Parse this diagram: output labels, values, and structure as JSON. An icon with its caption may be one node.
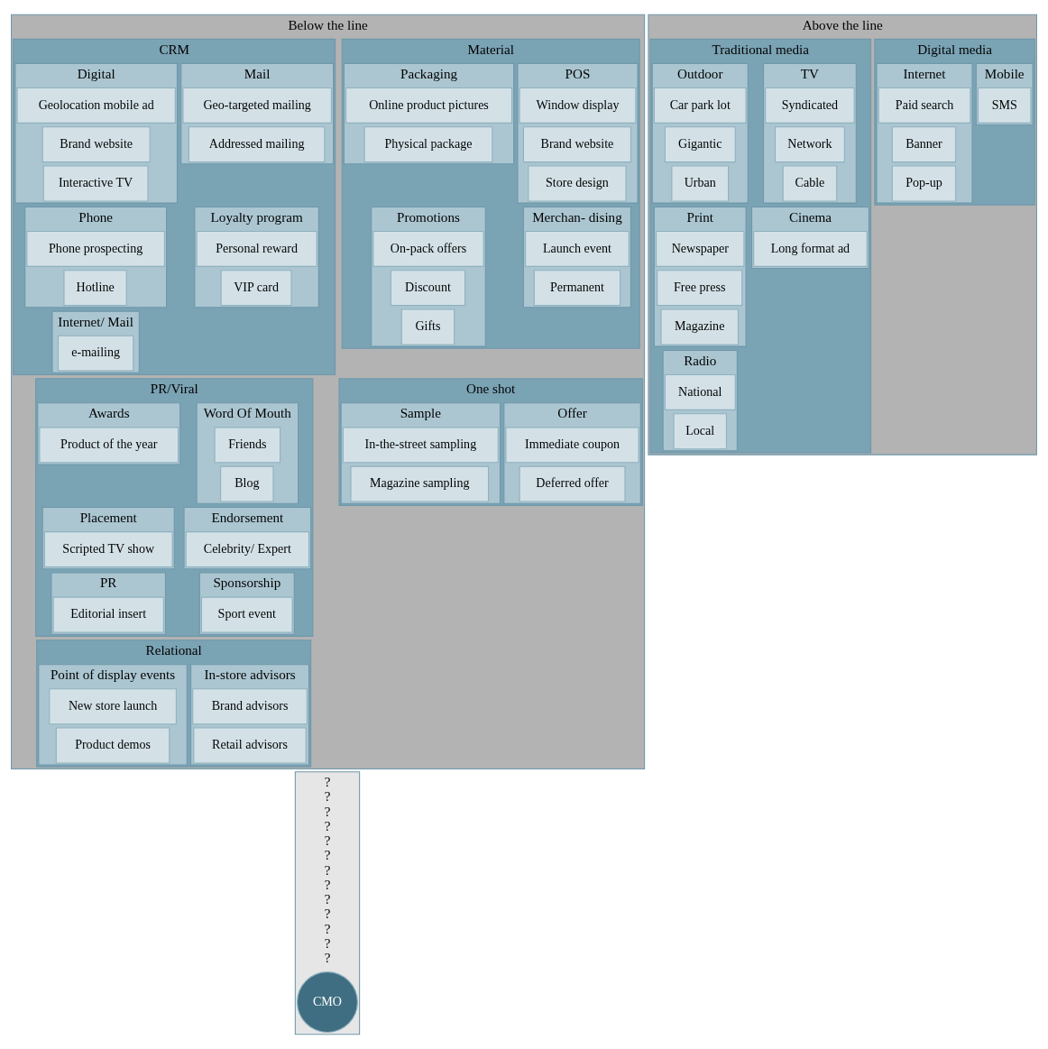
{
  "diagram": {
    "nodes": [
      {
        "text": [
          "?",
          "?",
          "?",
          "?",
          "?",
          "?",
          "?",
          "?",
          "?",
          "?",
          "?",
          "?",
          "?"
        ]
      },
      {
        "text": [
          "CMO"
        ],
        "in": 0
      },
      {
        "text": [
          "Above the line"
        ]
      },
      {
        "text": [
          "Below the line"
        ]
      },
      {
        "text": [
          "Traditional media"
        ],
        "in": 2
      },
      {
        "text": [
          "Digital media"
        ],
        "in": 2
      },
      {
        "text": [
          "CRM"
        ],
        "in": 3
      },
      {
        "text": [
          "One shot"
        ],
        "in": 3
      },
      {
        "text": [
          "Relational"
        ],
        "in": 3
      },
      {
        "text": [
          "Material"
        ],
        "in": 3
      },
      {
        "text": [
          "PR/Viral"
        ],
        "in": 3
      },
      {
        "text": [
          "TV"
        ],
        "in": 4
      },
      {
        "text": [
          "Network"
        ],
        "in": 11
      },
      {
        "text": [
          "Cable"
        ],
        "in": 11
      },
      {
        "text": [
          "Syndicated"
        ],
        "in": 11
      },
      {
        "text": [
          "Print"
        ],
        "in": 4
      },
      {
        "text": [
          "Magazine"
        ],
        "in": 15
      },
      {
        "text": [
          "Newspaper"
        ],
        "in": 15
      },
      {
        "text": [
          "Free press"
        ],
        "in": 15
      },
      {
        "text": [
          "Outdoor"
        ],
        "in": 4
      },
      {
        "text": [
          "Urban"
        ],
        "in": 19
      },
      {
        "text": [
          "Gigantic"
        ],
        "in": 19
      },
      {
        "text": [
          "Car park lot"
        ],
        "in": 19
      },
      {
        "text": [
          "Radio"
        ],
        "in": 4
      },
      {
        "text": [
          "National"
        ],
        "in": 23
      },
      {
        "text": [
          "Local"
        ],
        "in": 23
      },
      {
        "text": [
          "Cinema"
        ],
        "in": 4
      },
      {
        "text": [
          "Long format ad"
        ],
        "in": 26
      },
      {
        "text": [
          "Internet"
        ],
        "in": 5
      },
      {
        "text": [
          "Banner"
        ],
        "in": 28
      },
      {
        "text": [
          "Pop-up"
        ],
        "in": 28
      },
      {
        "text": [
          "Paid search"
        ],
        "in": 28
      },
      {
        "text": [
          "Mobile"
        ],
        "in": 5
      },
      {
        "text": [
          "SMS"
        ],
        "in": 32
      },
      {
        "text": [
          "Mail"
        ],
        "in": 6
      },
      {
        "text": [
          "Addressed mailing"
        ],
        "in": 34
      },
      {
        "text": [
          "Geo-targeted mailing"
        ],
        "in": 34
      },
      {
        "text": [
          "Phone"
        ],
        "in": 6
      },
      {
        "text": [
          "Phone prospecting"
        ],
        "in": 37
      },
      {
        "text": [
          "Hotline"
        ],
        "in": 37
      },
      {
        "text": [
          "Internet/ Mail"
        ],
        "in": 6
      },
      {
        "text": [
          "e-mailing"
        ],
        "in": 40
      },
      {
        "text": [
          "Digital"
        ],
        "in": 6
      },
      {
        "text": [
          "Brand website"
        ],
        "in": 42
      },
      {
        "text": [
          "Geolocation mobile ad"
        ],
        "in": 42
      },
      {
        "text": [
          "Interactive TV"
        ],
        "in": 42
      },
      {
        "text": [
          "Loyalty program"
        ],
        "in": 6
      },
      {
        "text": [
          "VIP card"
        ],
        "in": 46
      },
      {
        "text": [
          "Personal reward"
        ],
        "in": 46
      },
      {
        "text": [
          "Sample"
        ],
        "in": 7
      },
      {
        "text": [
          "Magazine sampling"
        ],
        "in": 49
      },
      {
        "text": [
          "In-the-street sampling"
        ],
        "in": 49
      },
      {
        "text": [
          "Offer"
        ],
        "in": 7
      },
      {
        "text": [
          "Immediate coupon"
        ],
        "in": 52
      },
      {
        "text": [
          "Deferred offer"
        ],
        "in": 52
      },
      {
        "text": [
          "Point of display events"
        ],
        "in": 8
      },
      {
        "text": [
          "Product demos"
        ],
        "in": 55
      },
      {
        "text": [
          "New store launch"
        ],
        "in": 55
      },
      {
        "text": [
          "In-store advisors"
        ],
        "in": 8
      },
      {
        "text": [
          "Brand advisors"
        ],
        "in": 58
      },
      {
        "text": [
          "Retail advisors"
        ],
        "in": 58
      },
      {
        "text": [
          "POS"
        ],
        "in": 9
      },
      {
        "text": [
          "Store design"
        ],
        "in": 61
      },
      {
        "text": [
          "Window display"
        ],
        "in": 61
      },
      {
        "text": [
          "Brand website"
        ],
        "in": 61
      },
      {
        "text": [
          "Promotions"
        ],
        "in": 9
      },
      {
        "text": [
          "Discount"
        ],
        "in": 65
      },
      {
        "text": [
          "Gifts"
        ],
        "in": 65
      },
      {
        "text": [
          "On-pack offers"
        ],
        "in": 65
      },
      {
        "text": [
          "Packaging"
        ],
        "in": 9
      },
      {
        "text": [
          "Online product pictures"
        ],
        "in": 69
      },
      {
        "text": [
          "Physical package"
        ],
        "in": 69
      },
      {
        "text": [
          "Merchan- dising"
        ],
        "in": 9
      },
      {
        "text": [
          "Launch event"
        ],
        "in": 72
      },
      {
        "text": [
          "Permanent"
        ],
        "in": 72
      },
      {
        "text": [
          "Word Of Mouth"
        ],
        "in": 10
      },
      {
        "text": [
          "Friends"
        ],
        "in": 75
      },
      {
        "text": [
          "Blog"
        ],
        "in": 75
      },
      {
        "text": [
          "Placement"
        ],
        "in": 10
      },
      {
        "text": [
          "Scripted TV show"
        ],
        "in": 78
      },
      {
        "text": [
          "Sponsorship"
        ],
        "in": 10
      },
      {
        "text": [
          "Sport event"
        ],
        "in": 80
      },
      {
        "text": [
          "Endorsement"
        ],
        "in": 10
      },
      {
        "text": [
          "Celebrity/ Expert"
        ],
        "in": 82
      },
      {
        "text": [
          "Awards"
        ],
        "in": 10
      },
      {
        "text": [
          "Product of the year"
        ],
        "in": 84
      },
      {
        "text": [
          "PR"
        ],
        "in": 10
      },
      {
        "text": [
          "Editorial insert"
        ],
        "in": 86
      }
    ]
  }
}
